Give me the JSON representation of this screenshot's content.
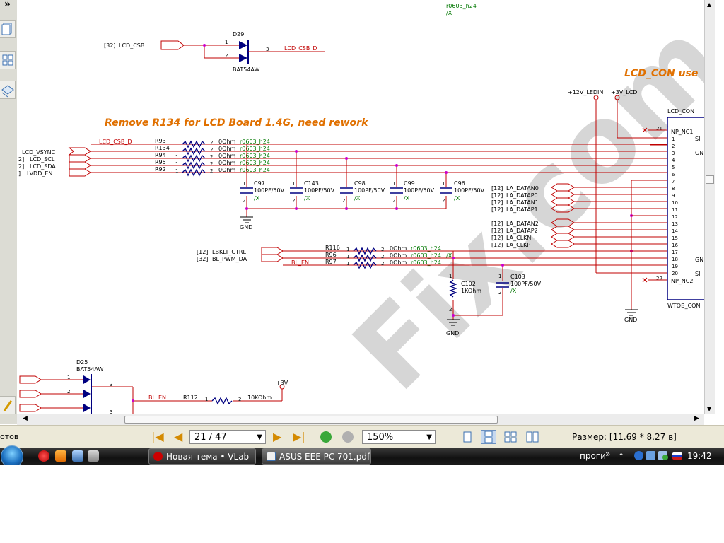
{
  "viewer": {
    "page_current": "21 / 47",
    "zoom": "150%",
    "size_label": "Размер: [11.69 * 8.27 в]",
    "left_panel_text": "отов",
    "expand_glyph": "»"
  },
  "taskbar": {
    "tasks": [
      {
        "label": "Новая тема • VLab - ..."
      },
      {
        "label": "ASUS EEE PC 701.pdf ..."
      }
    ],
    "tray_text": "проги",
    "tray_chevron": "»",
    "clock": "19:42"
  },
  "schematic": {
    "note_rework": "Remove R134 for LCD Board 1.4G, need rework",
    "note_lcd_con": "LCD_CON use",
    "top": {
      "fp": "r0603_h24",
      "x": "/X",
      "sig_ref": "[32]",
      "sig": "LCD_CSB",
      "diode": "D29",
      "diode_part": "BAT54AW",
      "out_net": "LCD_CSB_D",
      "pin1": "1",
      "pin2": "2",
      "pin3": "3"
    },
    "rails": {
      "v12": "+12V_LEDIN",
      "v3": "+3V_LCD"
    },
    "left_signals": [
      {
        "ref": "",
        "name": "LCD_VSYNC"
      },
      {
        "ref": "2]",
        "name": "LCD_SCL"
      },
      {
        "ref": "2]",
        "name": "LCD_SDA"
      },
      {
        "ref": "]",
        "name": "LVDD_EN"
      }
    ],
    "csb_d_net": "LCD_CSB_D",
    "resistors": [
      {
        "ref": "R93",
        "val": "0Ohm",
        "fp": "r0603_h24",
        "p1": "1",
        "p2": "2"
      },
      {
        "ref": "R134",
        "val": "0Ohm",
        "fp": "r0603_h24",
        "p1": "1",
        "p2": "2"
      },
      {
        "ref": "R94",
        "val": "0Ohm",
        "fp": "r0603_h24",
        "p1": "1",
        "p2": "2"
      },
      {
        "ref": "R95",
        "val": "0Ohm",
        "fp": "r0603_h24",
        "p1": "1",
        "p2": "2"
      },
      {
        "ref": "R92",
        "val": "0Ohm",
        "fp": "r0603_h24",
        "p1": "1",
        "p2": "2"
      }
    ],
    "caps": [
      {
        "ref": "C97",
        "val": "100PF/50V",
        "x": "/X",
        "p1": "1",
        "p2": "2"
      },
      {
        "ref": "C143",
        "val": "100PF/50V",
        "x": "/X",
        "p1": "1",
        "p2": "2"
      },
      {
        "ref": "C98",
        "val": "100PF/50V",
        "x": "/X",
        "p1": "1",
        "p2": "2"
      },
      {
        "ref": "C99",
        "val": "100PF/50V",
        "x": "/X",
        "p1": "1",
        "p2": "2"
      },
      {
        "ref": "C96",
        "val": "100PF/50V",
        "x": "/X",
        "p1": "1",
        "p2": "2"
      }
    ],
    "gnd": "GND",
    "lvds": [
      {
        "ref": "[12]",
        "name": "LA_DATAN0"
      },
      {
        "ref": "[12]",
        "name": "LA_DATAP0"
      },
      {
        "ref": "[12]",
        "name": "LA_DATAN1"
      },
      {
        "ref": "[12]",
        "name": "LA_DATAP1"
      },
      {
        "ref": "[12]",
        "name": "LA_DATAN2"
      },
      {
        "ref": "[12]",
        "name": "LA_DATAP2"
      },
      {
        "ref": "[12]",
        "name": "LA_CLKN"
      },
      {
        "ref": "[12]",
        "name": "LA_CLKP"
      }
    ],
    "connector": {
      "title": "LCD_CON",
      "footer": "WTOB_CON",
      "nc1": "NP_NC1",
      "nc2": "NP_NC2",
      "pin21": "21",
      "pin22": "22",
      "pins": [
        "1",
        "2",
        "3",
        "4",
        "5",
        "6",
        "7",
        "8",
        "9",
        "10",
        "11",
        "12",
        "13",
        "14",
        "15",
        "16",
        "17",
        "18",
        "19",
        "20"
      ],
      "side_si": "SI",
      "side_gn": "GN"
    },
    "bl": {
      "inputs": [
        {
          "ref": "[12]",
          "name": "LBKLT_CTRL"
        },
        {
          "ref": "[32]",
          "name": "BL_PWM_DA"
        }
      ],
      "bl_en_net": "BL_EN",
      "resistors": [
        {
          "ref": "R116",
          "val": "0Ohm",
          "fp": "r0603_h24",
          "x": "",
          "p1": "1",
          "p2": "2"
        },
        {
          "ref": "R96",
          "val": "0Ohm",
          "fp": "r0603_h24",
          "x": "/X",
          "p1": "1",
          "p2": "2"
        },
        {
          "ref": "R97",
          "val": "0Ohm",
          "fp": "r0603_h24",
          "x": "",
          "p1": "1",
          "p2": "2"
        }
      ],
      "c102": {
        "ref": "C102",
        "val": "1KOhm",
        "p1": "1",
        "p2": "2"
      },
      "c103": {
        "ref": "C103",
        "val": "100PF/50V",
        "x": "/X",
        "p1": "1",
        "p2": "2"
      }
    },
    "bottom": {
      "diode": "D25",
      "diode_part": "BAT54AW",
      "p1": "1",
      "p2": "2",
      "p3": "3",
      "bl_en_net": "BL_EN",
      "r112": "R112",
      "r112_val": "10KOhm",
      "rail": "+3V",
      "rp1": "1",
      "rp2": "2"
    },
    "watermark": "Fix.com"
  },
  "colors": {
    "schematic_red": "#c00000",
    "schematic_green": "#007800",
    "schematic_navy": "#000080",
    "schematic_magenta": "#cc00cc",
    "note_orange": "#e07000",
    "watermark_gray": "#cfcfcf"
  }
}
